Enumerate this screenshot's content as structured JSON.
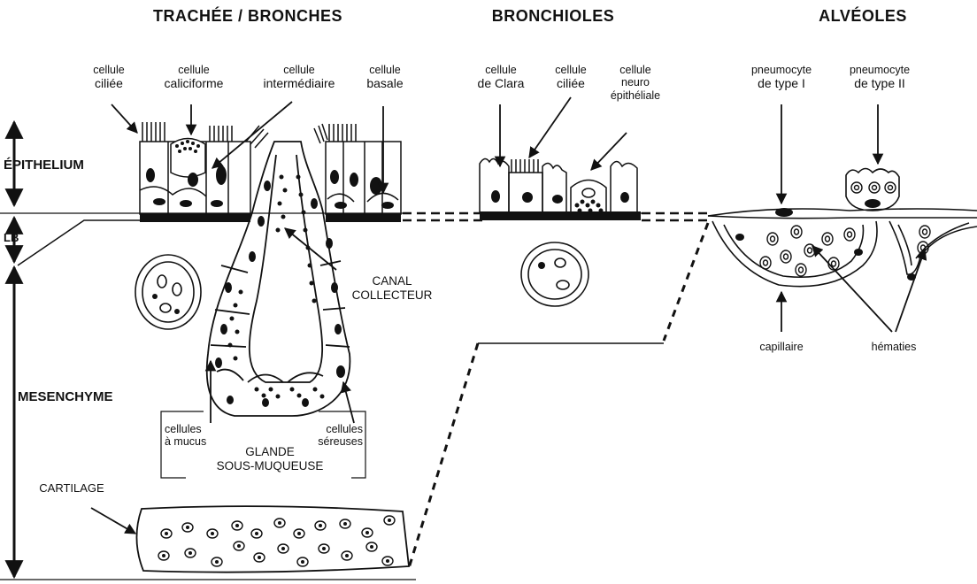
{
  "sections": {
    "trachea": "TRACHÉE / BRONCHES",
    "bronchioles": "BRONCHIOLES",
    "alveoles": "ALVÉOLES"
  },
  "layers": {
    "epithelium": "ÉPITHELIUM",
    "lb": "LB",
    "mesenchyme": "MESENCHYME"
  },
  "trachea_labels": {
    "ciliee": [
      "cellule",
      "ciliée"
    ],
    "caliciforme": [
      "cellule",
      "caliciforme"
    ],
    "intermediaire": [
      "cellule",
      "intermédiaire"
    ],
    "basale": [
      "cellule",
      "basale"
    ],
    "canal": [
      "CANAL",
      "COLLECTEUR"
    ],
    "mucus": [
      "cellules",
      "à mucus"
    ],
    "sereuses": [
      "cellules",
      "séreuses"
    ],
    "glande": [
      "GLANDE",
      "SOUS-MUQUEUSE"
    ],
    "cartilage": "CARTILAGE"
  },
  "bronchiole_labels": {
    "clara": [
      "cellule",
      "de Clara"
    ],
    "ciliee": [
      "cellule",
      "ciliée"
    ],
    "neuro": [
      "cellule",
      "neuro",
      "épithéliale"
    ]
  },
  "alveole_labels": {
    "type1": [
      "pneumocyte",
      "de type I"
    ],
    "type2": [
      "pneumocyte",
      "de type II"
    ],
    "capillaire": "capillaire",
    "hematies": "hématies"
  }
}
